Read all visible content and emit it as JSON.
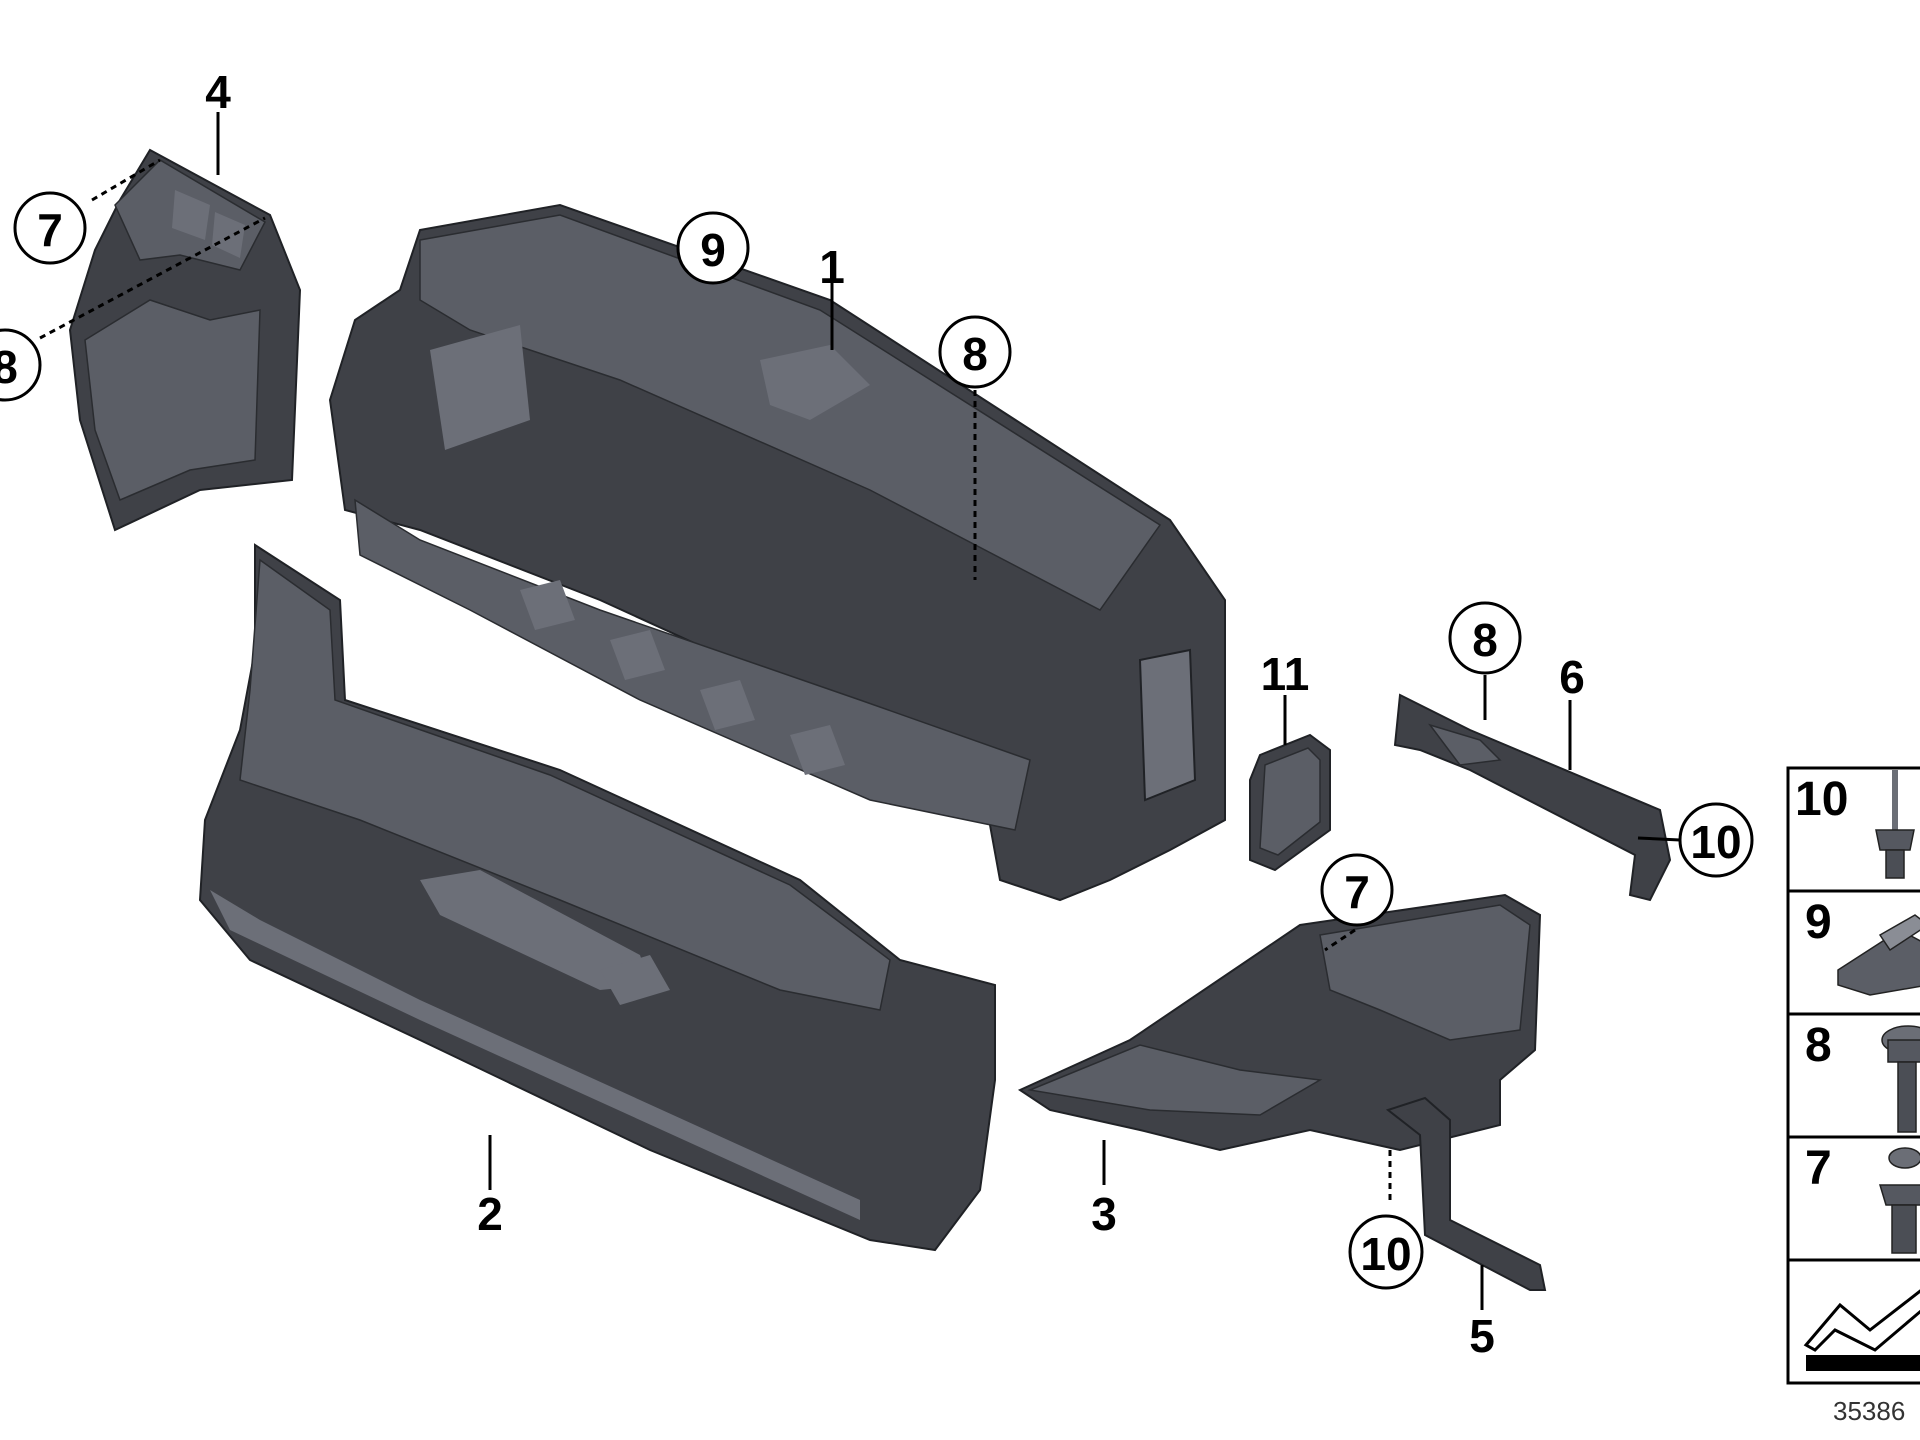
{
  "diagram": {
    "callouts": {
      "c1": "1",
      "c2": "2",
      "c3": "3",
      "c4": "4",
      "c5": "5",
      "c6": "6",
      "c7a": "7",
      "c7b": "7",
      "c8a": "8",
      "c8b": "8",
      "c8c": "8",
      "c9": "9",
      "c10a": "10",
      "c10b": "10",
      "c11": "11"
    },
    "legend": [
      {
        "label": "10",
        "icon": "rivet-icon"
      },
      {
        "label": "9",
        "icon": "clip-nut-icon"
      },
      {
        "label": "8",
        "icon": "collar-screw-icon"
      },
      {
        "label": "7",
        "icon": "expanding-rivet-icon"
      },
      {
        "label": "",
        "icon": "angle-arrow-icon"
      }
    ],
    "doc_number": "35386"
  },
  "colors": {
    "part_fill": "#3f4147",
    "part_edge": "#202226",
    "background": "#ffffff"
  }
}
